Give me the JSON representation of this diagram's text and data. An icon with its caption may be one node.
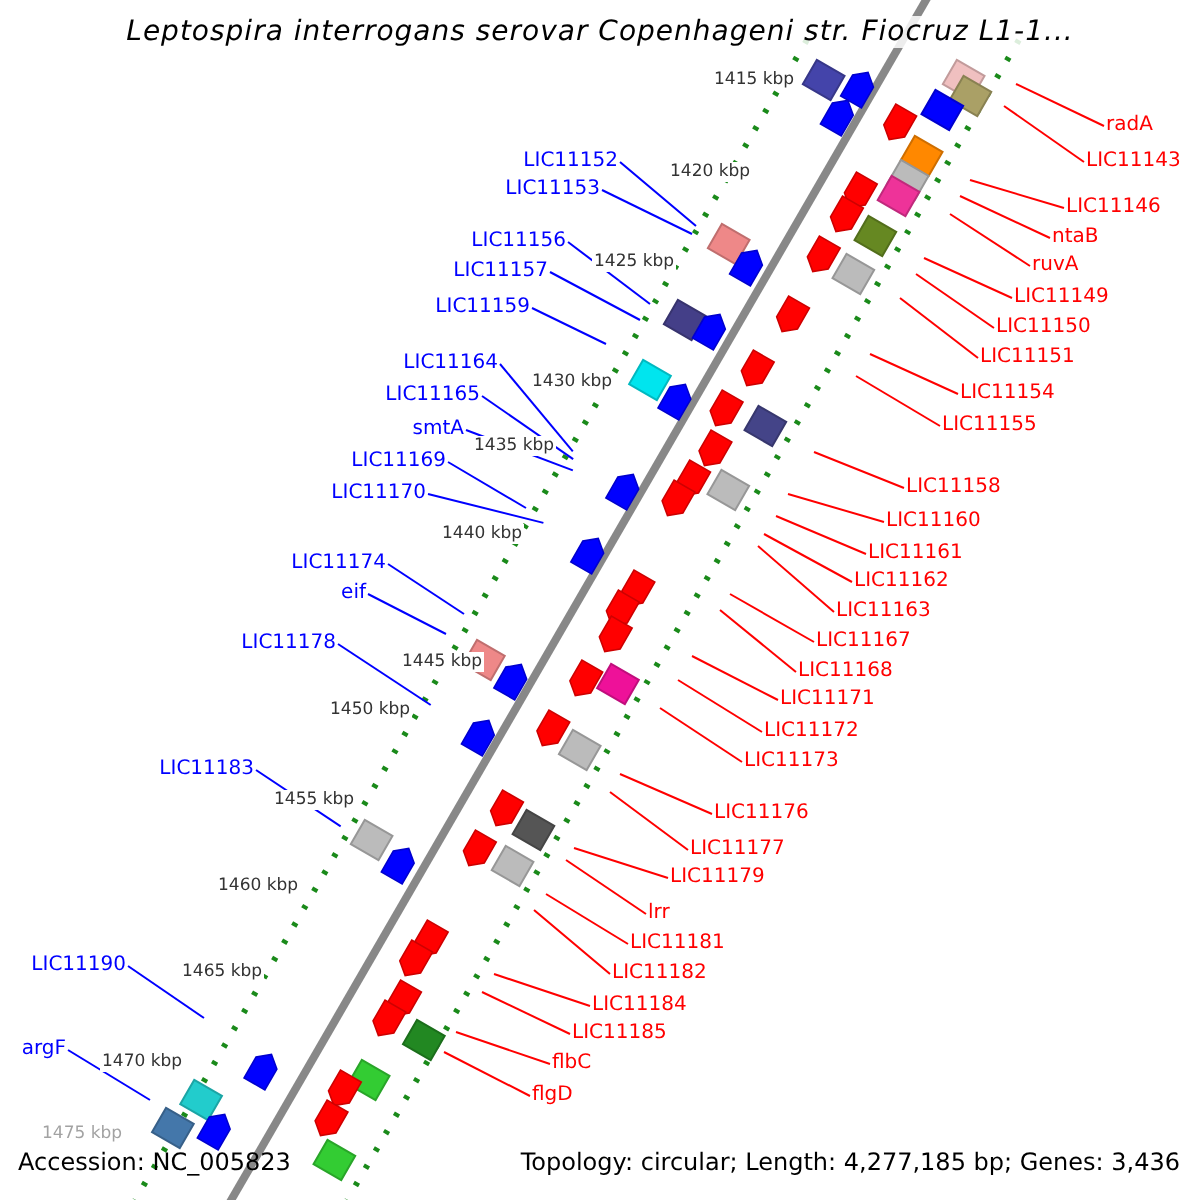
{
  "diagram": {
    "title": "Leptospira interrogans serovar Copenhageni str. Fiocruz L1-1...",
    "nodes": [
      {
        "text": [
          "LIC11152"
        ]
      },
      {
        "text": [
          "LIC11153"
        ]
      },
      {
        "text": [
          "LIC11156"
        ]
      },
      {
        "text": [
          "LIC11157"
        ]
      },
      {
        "text": [
          "LIC11159"
        ]
      },
      {
        "text": [
          "LIC11164"
        ]
      },
      {
        "text": [
          "LIC11165"
        ]
      },
      {
        "text": [
          "smtA"
        ]
      },
      {
        "text": [
          "LIC11169"
        ]
      },
      {
        "text": [
          "LIC11170"
        ]
      },
      {
        "text": [
          "LIC11174"
        ]
      },
      {
        "text": [
          "eif"
        ]
      },
      {
        "text": [
          "LIC11178"
        ]
      },
      {
        "text": [
          "LIC11183"
        ]
      },
      {
        "text": [
          "LIC11190"
        ]
      },
      {
        "text": [
          "argF"
        ]
      },
      {
        "text": [
          "radA"
        ]
      },
      {
        "text": [
          "LIC11143"
        ]
      },
      {
        "text": [
          "LIC11146"
        ]
      },
      {
        "text": [
          "ntaB"
        ]
      },
      {
        "text": [
          "ruvA"
        ]
      },
      {
        "text": [
          "LIC11149"
        ]
      },
      {
        "text": [
          "LIC11150"
        ]
      },
      {
        "text": [
          "LIC11151"
        ]
      },
      {
        "text": [
          "LIC11154"
        ]
      },
      {
        "text": [
          "LIC11155"
        ]
      },
      {
        "text": [
          "LIC11158"
        ]
      },
      {
        "text": [
          "LIC11160"
        ]
      },
      {
        "text": [
          "LIC11161"
        ]
      },
      {
        "text": [
          "LIC11162"
        ]
      },
      {
        "text": [
          "LIC11163"
        ]
      },
      {
        "text": [
          "LIC11167"
        ]
      },
      {
        "text": [
          "LIC11168"
        ]
      },
      {
        "text": [
          "LIC11171"
        ]
      },
      {
        "text": [
          "LIC11172"
        ]
      },
      {
        "text": [
          "LIC11173"
        ]
      },
      {
        "text": [
          "LIC11176"
        ]
      },
      {
        "text": [
          "LIC11177"
        ]
      },
      {
        "text": [
          "LIC11179"
        ]
      },
      {
        "text": [
          "lrr"
        ]
      },
      {
        "text": [
          "LIC11181"
        ]
      },
      {
        "text": [
          "LIC11182"
        ]
      },
      {
        "text": [
          "LIC11184"
        ]
      },
      {
        "text": [
          "LIC11185"
        ]
      },
      {
        "text": [
          "flbC"
        ]
      },
      {
        "text": [
          "flgD"
        ]
      }
    ],
    "edges": [
      {
        "from": 0,
        "to": null,
        "arrow": "none",
        "color": "#0000ff"
      },
      {
        "from": 1,
        "to": null,
        "arrow": "none",
        "color": "#0000ff"
      },
      {
        "from": 2,
        "to": null,
        "arrow": "none",
        "color": "#0000ff"
      },
      {
        "from": 3,
        "to": null,
        "arrow": "none",
        "color": "#0000ff"
      },
      {
        "from": 4,
        "to": null,
        "arrow": "none",
        "color": "#0000ff"
      },
      {
        "from": 5,
        "to": null,
        "arrow": "none",
        "color": "#0000ff"
      },
      {
        "from": 6,
        "to": null,
        "arrow": "none",
        "color": "#0000ff"
      },
      {
        "from": 7,
        "to": null,
        "arrow": "none",
        "color": "#0000ff"
      },
      {
        "from": 8,
        "to": null,
        "arrow": "none",
        "color": "#0000ff"
      },
      {
        "from": 9,
        "to": null,
        "arrow": "none",
        "color": "#0000ff"
      },
      {
        "from": 10,
        "to": null,
        "arrow": "none",
        "color": "#0000ff"
      },
      {
        "from": 11,
        "to": null,
        "arrow": "none",
        "color": "#0000ff"
      },
      {
        "from": 12,
        "to": null,
        "arrow": "none",
        "color": "#0000ff"
      },
      {
        "from": 13,
        "to": null,
        "arrow": "none",
        "color": "#0000ff"
      },
      {
        "from": 14,
        "to": null,
        "arrow": "none",
        "color": "#0000ff"
      },
      {
        "from": 15,
        "to": null,
        "arrow": "none",
        "color": "#0000ff"
      },
      {
        "from": 16,
        "to": null,
        "arrow": "none"
      },
      {
        "from": 17,
        "to": null,
        "arrow": "none"
      },
      {
        "from": 18,
        "to": null,
        "arrow": "none"
      },
      {
        "from": 19,
        "to": null,
        "arrow": "none"
      },
      {
        "from": 20,
        "to": null,
        "arrow": "none"
      },
      {
        "from": 21,
        "to": null,
        "arrow": "none"
      },
      {
        "from": 22,
        "to": null,
        "arrow": "none"
      },
      {
        "from": 23,
        "to": null,
        "arrow": "none"
      },
      {
        "from": 24,
        "to": null,
        "arrow": "none"
      },
      {
        "from": 25,
        "to": null,
        "arrow": "none"
      },
      {
        "from": 26,
        "to": null,
        "arrow": "none"
      },
      {
        "from": 27,
        "to": null,
        "arrow": "none"
      },
      {
        "from": 28,
        "to": null,
        "arrow": "none"
      },
      {
        "from": 29,
        "to": null,
        "arrow": "none"
      },
      {
        "from": 30,
        "to": null,
        "arrow": "none"
      },
      {
        "from": 31,
        "to": null,
        "arrow": "none"
      },
      {
        "from": 32,
        "to": null,
        "arrow": "none"
      },
      {
        "from": 33,
        "to": null,
        "arrow": "none"
      },
      {
        "from": 34,
        "to": null,
        "arrow": "none"
      },
      {
        "from": 35,
        "to": null,
        "arrow": "none"
      },
      {
        "from": 36,
        "to": null,
        "arrow": "none"
      },
      {
        "from": 37,
        "to": null,
        "arrow": "none"
      },
      {
        "from": 38,
        "to": null,
        "arrow": "none"
      },
      {
        "from": 39,
        "to": null,
        "arrow": "none"
      },
      {
        "from": 40,
        "to": null,
        "arrow": "none"
      },
      {
        "from": 41,
        "to": null,
        "arrow": "none"
      },
      {
        "from": 42,
        "to": null,
        "arrow": "none"
      },
      {
        "from": 43,
        "to": null,
        "arrow": "none"
      },
      {
        "from": 44,
        "to": null,
        "arrow": "none"
      },
      {
        "from": 45,
        "to": null,
        "arrow": "none"
      }
    ],
    "labels": [
      "1415 kbp",
      "1420 kbp",
      "1425 kbp",
      "1430 kbp",
      "1435 kbp",
      "1440 kbp",
      "1445 kbp",
      "1450 kbp",
      "1455 kbp",
      "1460 kbp",
      "1465 kbp",
      "1470 kbp",
      "1475 kbp",
      "Accession: NC_005823",
      "Topology: circular; Length: 4,277,185 bp; Genes: 3,436"
    ]
  }
}
